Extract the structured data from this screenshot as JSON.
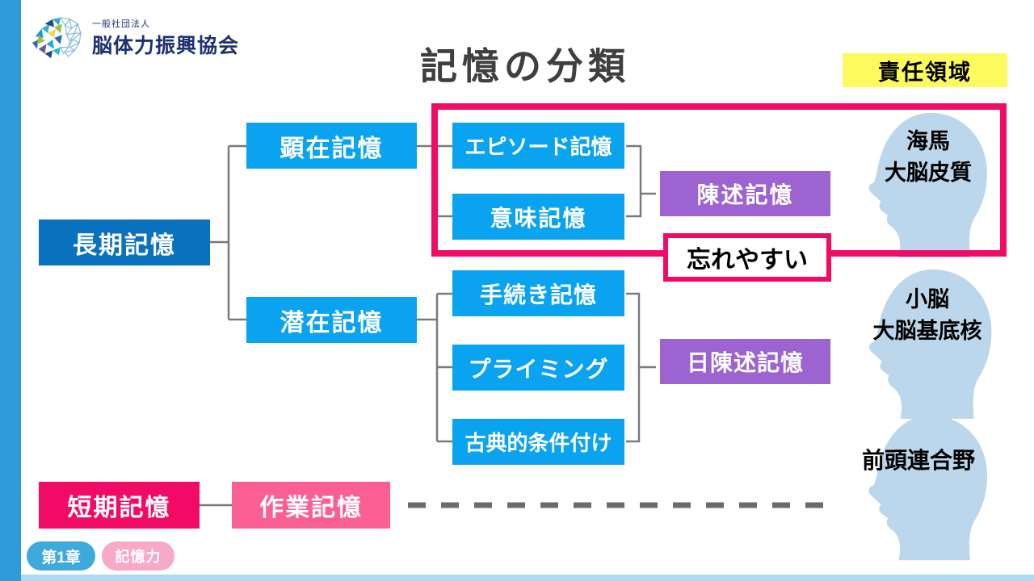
{
  "logo": {
    "org_type": "一般社団法人",
    "org_name": "脳体力振興協会"
  },
  "header": {
    "title": "記憶の分類",
    "legend_label": "責任領域"
  },
  "tree": {
    "long_term": "長期記憶",
    "explicit": "顕在記憶",
    "implicit": "潜在記憶",
    "episodic": "エピソード記憶",
    "semantic": "意味記憶",
    "procedural": "手続き記憶",
    "priming": "プライミング",
    "classical_conditioning": "古典的条件付け",
    "declarative": "陳述記憶",
    "nondeclarative": "日陳述記憶",
    "short_term": "短期記憶",
    "working": "作業記憶",
    "forget_note": "忘れやすい"
  },
  "brain_regions": [
    {
      "lines": [
        "海馬",
        "大脳皮質"
      ]
    },
    {
      "lines": [
        "小脳",
        "大脳基底核"
      ]
    },
    {
      "lines": [
        "前頭連合野"
      ]
    }
  ],
  "footer": {
    "chapter_badge": "第1章",
    "topic_badge": "記憶力"
  },
  "colors": {
    "accent_blue": "#0aa3ef",
    "dark_blue": "#0a71be",
    "purple": "#9c63d1",
    "crimson": "#f20b66",
    "light_pink": "#fb5e92",
    "legend_yellow": "#fcfa5d",
    "head_fill": "#bcd7ec",
    "frame_blue": "#2e9bd8",
    "connector_gray": "#7a7a7a"
  }
}
